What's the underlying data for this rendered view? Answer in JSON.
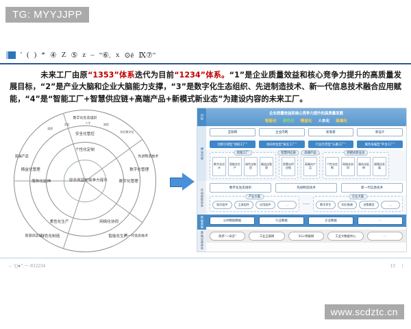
{
  "watermarks": {
    "top": "TG: MYYJJPP",
    "bottom": "www.scdztc.cn"
  },
  "topbar": {
    "icon": "blue-square-icon",
    "tokens": [
      "'",
      "(",
      ")",
      "*",
      "④",
      "Z",
      "⑤",
      "z",
      "–",
      "\"⑥.",
      "x",
      "⊙ě",
      "Ⅸ⑦\""
    ]
  },
  "paragraph": {
    "seg1": "　　未来工厂由原",
    "red1": "“1353”体系",
    "seg2": "迭代为目前",
    "red2": "“1234”体系。",
    "seg3": "“1”是企业质量效益和核心竞争力提升的高质量发展目标，“2”是产业大脑和企业大脑能力支撑，“3”是数字化生态组织、先进制造技术、新一代信息技术融合应用赋能，“4”是“智能工厂+智慧供应链+高端产品+新模式新业态”为建设内容的未来工厂。"
  },
  "circle": {
    "core": "综合效益和竞争力提升",
    "inner_ring": [
      "个性化定制",
      "数字化管理",
      "网络化协同",
      "柔性化生产",
      "服务化延伸"
    ],
    "mid_ring": [
      "安全化管控",
      "数字化管理",
      "智能化生产",
      "绿色化制造",
      "精益化管理"
    ],
    "outer_ring": [
      "数字化生态组织",
      "先进制造技术",
      "新一代信息技术",
      "智慧供应链",
      "高端产品"
    ],
    "outer_tags": [
      "组织",
      "文化",
      "人才",
      "流程",
      "知识数字化"
    ]
  },
  "arch": {
    "header": {
      "title": "企业质量效益和核心竞争力提升的高质量发展",
      "tags": [
        "智能化",
        "绿色化",
        "精益化",
        "人本化",
        "高端化"
      ]
    },
    "side_labels": {
      "target": "目标",
      "content": "建设内容",
      "empower": "应用赋能体系",
      "data": "数据基础",
      "infra": "基础设施体系"
    },
    "row_categories": [
      "互联网",
      "企业内网",
      "新基建",
      "新设计"
    ],
    "row_pills": [
      "创新引领型“领航工厂”",
      "协同共生型“链主工厂”",
      "行业示范型“头雁工厂”",
      "服务发展型“平台工厂”"
    ],
    "groups": [
      {
        "caption": "智能工厂",
        "cells": [
          "数字化设计",
          "智能化生产",
          "绿色化制造",
          "精益化管理"
        ]
      },
      {
        "caption": "智慧供应链",
        "cells": [
          "智慧化供应链"
        ]
      },
      {
        "caption": "高端产品",
        "cells": [
          "高端化产品"
        ]
      },
      {
        "caption": "新模式新业态",
        "cells": [
          "个性化定制",
          "网络化协同",
          "服务化延伸",
          "规模化发展"
        ]
      }
    ],
    "tech_boxes": [
      "数字化生态组织",
      "先进制造技术",
      "新一代信息技术"
    ],
    "brains": [
      {
        "caption": "产业大脑",
        "chips": [
          "知识组件",
          "工具组件",
          "应用组件",
          "…"
        ]
      },
      {
        "caption": "企业大脑",
        "chips": [
          "数字孪生",
          "知识图谱",
          "决策模型",
          "…"
        ]
      }
    ],
    "data_boxes": [
      "公共数据数据",
      "行业数据",
      "企业数据",
      "…"
    ],
    "infra_boxes": [
      "政务“一朵云”",
      "工业互联网",
      "5G+物联网",
      "工业大数据中心",
      "…"
    ]
  },
  "footer": {
    "left": "←‘()●”.－ ⁄012234",
    "page": [
      "13",
      "|"
    ]
  }
}
